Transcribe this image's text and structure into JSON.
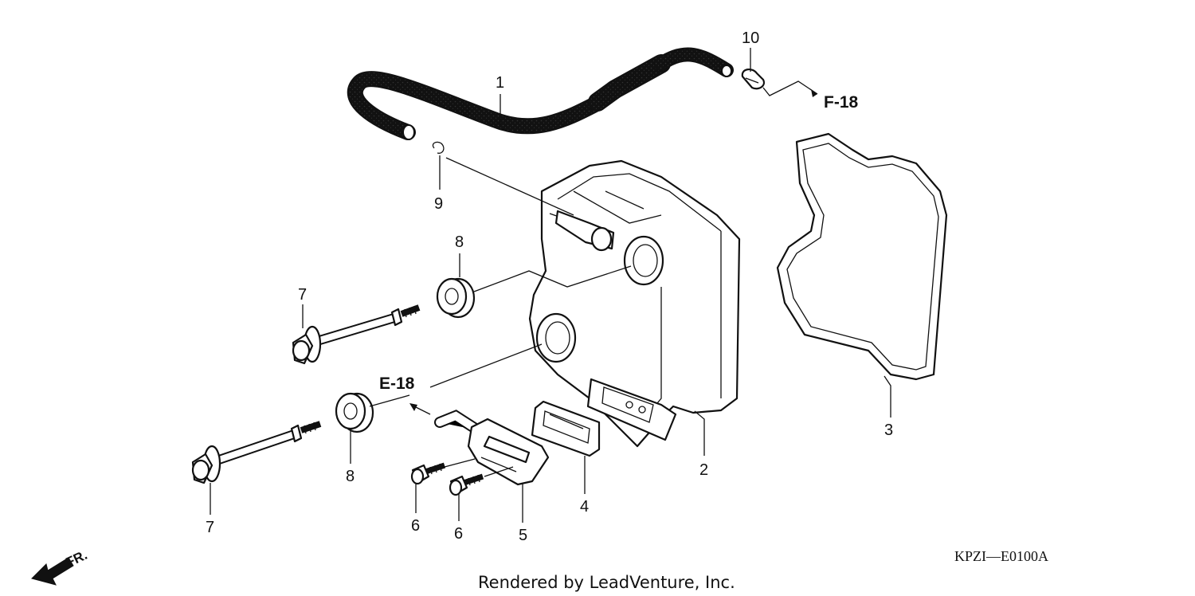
{
  "callouts": {
    "c1": "1",
    "c2": "2",
    "c3": "3",
    "c4": "4",
    "c5": "5",
    "c6a": "6",
    "c6b": "6",
    "c7a": "7",
    "c7b": "7",
    "c8a": "8",
    "c8b": "8",
    "c9": "9",
    "c10": "10"
  },
  "references": {
    "f18": "F-18",
    "e18": "E-18"
  },
  "direction_label": "FR.",
  "diagram_code": "KPZI—E0100A",
  "credit": "Rendered by LeadVenture, Inc."
}
